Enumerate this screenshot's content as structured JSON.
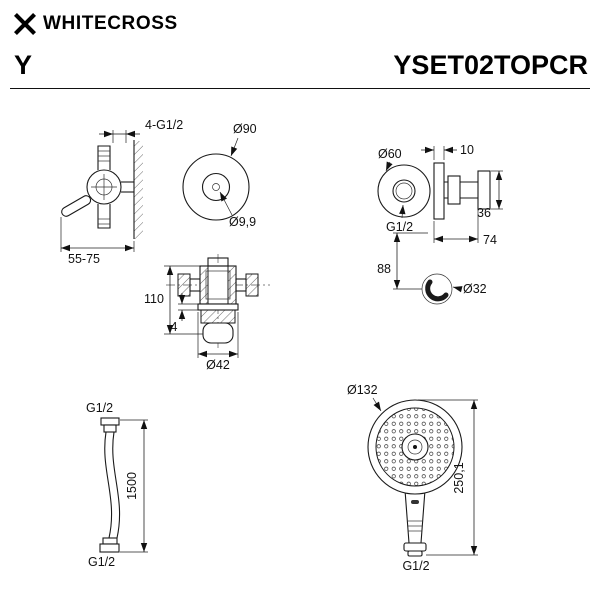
{
  "header": {
    "brand": "WHITECROSS",
    "series": "Y",
    "model": "YSET02TOPCR"
  },
  "mixer": {
    "thread_label": "4-G1/2",
    "depth_range": "55-75"
  },
  "escutcheon": {
    "outer_diameter": "Ø90",
    "hole_diameter": "Ø9,9"
  },
  "outlet": {
    "diameter": "Ø60",
    "thread": "G1/2",
    "flange_depth": "10",
    "holder_height": "36",
    "projection": "74",
    "center_distance": "88",
    "holder_diameter": "Ø32"
  },
  "valve": {
    "height": "110",
    "plate_thickness": "4",
    "sleeve_diameter": "Ø42"
  },
  "hose": {
    "thread_top": "G1/2",
    "length": "1500",
    "thread_bottom": "G1/2"
  },
  "handshower": {
    "head_diameter": "Ø132",
    "length": "250,1",
    "thread": "G1/2"
  }
}
